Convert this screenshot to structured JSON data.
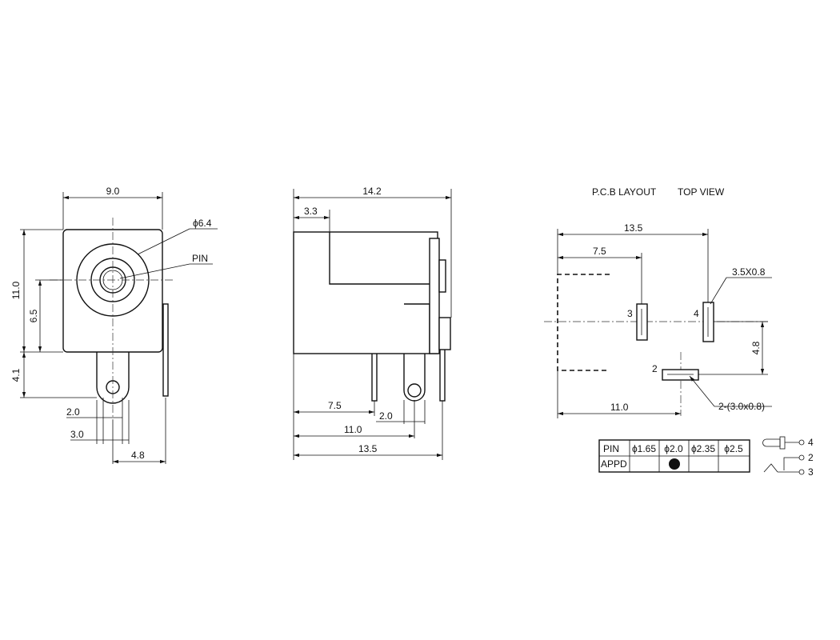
{
  "front_view": {
    "width": "9.0",
    "height": "11.0",
    "center_height": "6.5",
    "pin_height": "4.1",
    "bore_diameter": "ϕ6.4",
    "pin_label": "PIN",
    "offset_a": "2.0",
    "offset_b": "3.0",
    "offset_c": "4.8"
  },
  "side_view": {
    "length": "14.2",
    "front_depth": "3.3",
    "dim_pin1": "7.5",
    "dim_pin_gap": "2.0",
    "dim_pin2": "11.0",
    "dim_pin3": "13.5"
  },
  "pcb_layout": {
    "title": "P.C.B LAYOUT",
    "view": "TOP VIEW",
    "dim_total": "13.5",
    "dim_first": "7.5",
    "slot_size": "3.5X0.8",
    "pin3": "3",
    "pin4": "4",
    "pin2": "2",
    "dim_vertical": "4.8",
    "dim_bottom": "11.0",
    "slot2_size": "2-(3.0x0.8)"
  },
  "pin_table": {
    "headers": [
      "PIN",
      "ϕ1.65",
      "ϕ2.0",
      "ϕ2.35",
      "ϕ2.5"
    ],
    "row_label": "APPD",
    "selected_index": 1
  },
  "schematic": {
    "pin4": "4",
    "pin2": "2",
    "pin3": "3"
  }
}
